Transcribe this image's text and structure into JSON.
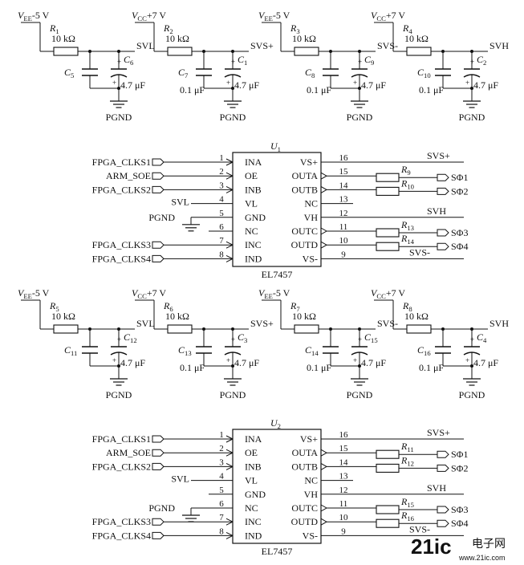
{
  "supplies": {
    "vee": "V",
    "vee_sub": "EE",
    "vee_val": "-5 V",
    "vcc": "V",
    "vcc_sub": "CC",
    "vcc_val": "+7 V"
  },
  "ground_label": "PGND",
  "resistor_value": "10 kΩ",
  "cap_small": "0.1 μF",
  "cap_large": "4.7 μF",
  "filter_rows": [
    {
      "blocks": [
        {
          "supply": "vee",
          "r": "R",
          "r_sub": "1",
          "cs": "C",
          "cs_sub": "5",
          "cl": "C",
          "cl_sub": "6",
          "out": "SVL",
          "small_value": false
        },
        {
          "supply": "vcc",
          "r": "R",
          "r_sub": "2",
          "cs": "C",
          "cs_sub": "7",
          "cl": "C",
          "cl_sub": "1",
          "out": "SVS+",
          "small_value": true
        },
        {
          "supply": "vee",
          "r": "R",
          "r_sub": "3",
          "cs": "C",
          "cs_sub": "8",
          "cl": "C",
          "cl_sub": "9",
          "out": "SVS-",
          "small_value": true
        },
        {
          "supply": "vcc",
          "r": "R",
          "r_sub": "4",
          "cs": "C",
          "cs_sub": "10",
          "cl": "C",
          "cl_sub": "2",
          "out": "SVH",
          "small_value": true
        }
      ]
    },
    {
      "blocks": [
        {
          "supply": "vee",
          "r": "R",
          "r_sub": "5",
          "cs": "C",
          "cs_sub": "11",
          "cl": "C",
          "cl_sub": "12",
          "out": "SVL",
          "small_value": false
        },
        {
          "supply": "vcc",
          "r": "R",
          "r_sub": "6",
          "cs": "C",
          "cs_sub": "13",
          "cl": "C",
          "cl_sub": "3",
          "out": "SVS+",
          "small_value": true
        },
        {
          "supply": "vee",
          "r": "R",
          "r_sub": "7",
          "cs": "C",
          "cs_sub": "14",
          "cl": "C",
          "cl_sub": "15",
          "out": "SVS-",
          "small_value": true
        },
        {
          "supply": "vcc",
          "r": "R",
          "r_sub": "8",
          "cs": "C",
          "cs_sub": "16",
          "cl": "C",
          "cl_sub": "4",
          "out": "SVH",
          "small_value": true
        }
      ]
    }
  ],
  "chips": [
    {
      "ref": "U",
      "ref_sub": "1",
      "part": "EL7457",
      "left_pins": [
        {
          "num": "1",
          "name": "INA",
          "net": "FPGA_CLKS1",
          "kind": "input"
        },
        {
          "num": "2",
          "name": "OE",
          "net": "ARM_SOE",
          "kind": "input"
        },
        {
          "num": "3",
          "name": "INB",
          "net": "FPGA_CLKS2",
          "kind": "input"
        },
        {
          "num": "4",
          "name": "VL",
          "net": "SVL",
          "kind": "wire"
        },
        {
          "num": "5",
          "name": "GND",
          "net": "PGND",
          "kind": "ground"
        },
        {
          "num": "6",
          "name": "NC",
          "net": "",
          "kind": "none"
        },
        {
          "num": "7",
          "name": "INC",
          "net": "FPGA_CLKS3",
          "kind": "input"
        },
        {
          "num": "8",
          "name": "IND",
          "net": "FPGA_CLKS4",
          "kind": "input"
        }
      ],
      "right_pins": [
        {
          "num": "16",
          "name": "VS+",
          "net": "SVS+",
          "kind": "wire"
        },
        {
          "num": "15",
          "name": "OUTA",
          "net": "SΦ1",
          "kind": "output",
          "r": "R",
          "r_sub": "9"
        },
        {
          "num": "14",
          "name": "OUTB",
          "net": "SΦ2",
          "kind": "output",
          "r": "R",
          "r_sub": "10"
        },
        {
          "num": "13",
          "name": "NC",
          "net": "",
          "kind": "none"
        },
        {
          "num": "12",
          "name": "VH",
          "net": "SVH",
          "kind": "wire"
        },
        {
          "num": "11",
          "name": "OUTC",
          "net": "SΦ3",
          "kind": "output",
          "r": "R",
          "r_sub": "13"
        },
        {
          "num": "10",
          "name": "OUTD",
          "net": "SΦ4",
          "kind": "output",
          "r": "R",
          "r_sub": "14"
        },
        {
          "num": "9",
          "name": "VS-",
          "net": "SVS-",
          "kind": "wire"
        }
      ]
    },
    {
      "ref": "U",
      "ref_sub": "2",
      "part": "EL7457",
      "left_pins": [
        {
          "num": "1",
          "name": "INA",
          "net": "FPGA_CLKS1",
          "kind": "input"
        },
        {
          "num": "2",
          "name": "OE",
          "net": "ARM_SOE",
          "kind": "input"
        },
        {
          "num": "3",
          "name": "INB",
          "net": "FPGA_CLKS2",
          "kind": "input"
        },
        {
          "num": "4",
          "name": "VL",
          "net": "SVL",
          "kind": "wire"
        },
        {
          "num": "5",
          "name": "GND",
          "net": "",
          "kind": "none"
        },
        {
          "num": "6",
          "name": "NC",
          "net": "PGND",
          "kind": "ground"
        },
        {
          "num": "7",
          "name": "INC",
          "net": "FPGA_CLKS3",
          "kind": "input"
        },
        {
          "num": "8",
          "name": "IND",
          "net": "FPGA_CLKS4",
          "kind": "input"
        }
      ],
      "right_pins": [
        {
          "num": "16",
          "name": "VS+",
          "net": "SVS+",
          "kind": "wire"
        },
        {
          "num": "15",
          "name": "OUTA",
          "net": "SΦ1",
          "kind": "output",
          "r": "R",
          "r_sub": "11"
        },
        {
          "num": "14",
          "name": "OUTB",
          "net": "SΦ2",
          "kind": "output",
          "r": "R",
          "r_sub": "12"
        },
        {
          "num": "13",
          "name": "NC",
          "net": "",
          "kind": "none"
        },
        {
          "num": "12",
          "name": "VH",
          "net": "SVH",
          "kind": "wire"
        },
        {
          "num": "11",
          "name": "OUTC",
          "net": "SΦ3",
          "kind": "output",
          "r": "R",
          "r_sub": "15"
        },
        {
          "num": "10",
          "name": "OUTD",
          "net": "SΦ4",
          "kind": "output",
          "r": "R",
          "r_sub": "16"
        },
        {
          "num": "9",
          "name": "VS-",
          "net": "SVS-",
          "kind": "wire"
        }
      ]
    }
  ],
  "watermark": {
    "brand": "21ic",
    "cn": "电子网",
    "url": "www.21ic.com"
  }
}
